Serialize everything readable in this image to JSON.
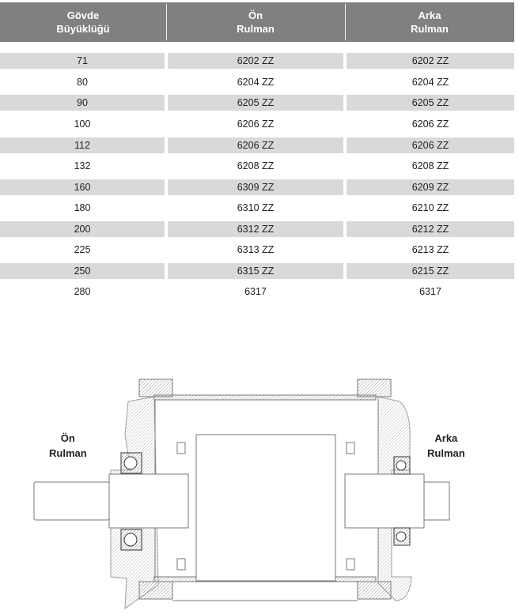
{
  "table": {
    "headers": [
      "Gövde\nBüyüklüğü",
      "Ön\nRulman",
      "Arka\nRulman"
    ],
    "rows": [
      [
        "71",
        "6202 ZZ",
        "6202 ZZ"
      ],
      [
        "80",
        "6204 ZZ",
        "6204 ZZ"
      ],
      [
        "90",
        "6205 ZZ",
        "6205 ZZ"
      ],
      [
        "100",
        "6206 ZZ",
        "6206 ZZ"
      ],
      [
        "112",
        "6206 ZZ",
        "6206 ZZ"
      ],
      [
        "132",
        "6208 ZZ",
        "6208 ZZ"
      ],
      [
        "160",
        "6309 ZZ",
        "6209 ZZ"
      ],
      [
        "180",
        "6310 ZZ",
        "6210 ZZ"
      ],
      [
        "200",
        "6312 ZZ",
        "6212 ZZ"
      ],
      [
        "225",
        "6313 ZZ",
        "6213 ZZ"
      ],
      [
        "250",
        "6315 ZZ",
        "6215 ZZ"
      ],
      [
        "280",
        "6317",
        "6317"
      ]
    ]
  },
  "diagram": {
    "front_label": "Ön\nRulman",
    "rear_label": "Arka\nRulman"
  }
}
